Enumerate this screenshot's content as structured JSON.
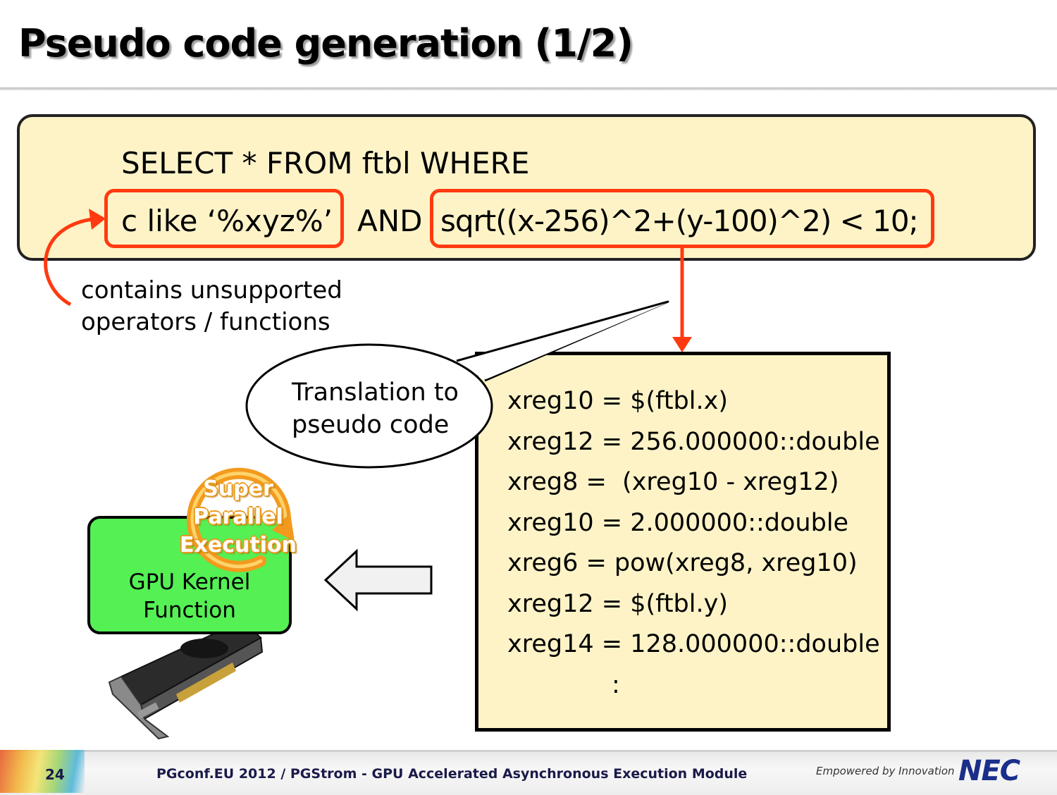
{
  "slide": {
    "title": "Pseudo code generation (1/2)"
  },
  "query": {
    "line1": "SELECT * FROM ftbl WHERE",
    "cond_left": "c like ‘%xyz%’",
    "and_keyword": "AND",
    "cond_right": "sqrt((x-256)^2+(y-100)^2) < 10;"
  },
  "note": {
    "line1": "contains unsupported",
    "line2": "operators / functions"
  },
  "bubble": {
    "line1": "Translation to",
    "line2": "pseudo code"
  },
  "pseudo_code": [
    "xreg10 = $(ftbl.x)",
    "xreg12 = 256.000000::double",
    "xreg8 =  (xreg10 - xreg12)",
    "xreg10 = 2.000000::double",
    "xreg6 = pow(xreg8, xreg10)",
    "xreg12 = $(ftbl.y)",
    "xreg14 = 128.000000::double",
    ":"
  ],
  "gpu": {
    "label_line1": "GPU Kernel",
    "label_line2": "Function",
    "badge": [
      "Super",
      "Parallel",
      "Execution"
    ]
  },
  "footer": {
    "page_number": "24",
    "text": "PGconf.EU 2012 / PGStrom - GPU Accelerated Asynchronous Execution Module",
    "tagline": "Empowered by Innovation",
    "logo": "NEC"
  },
  "colors": {
    "highlight": "#ff3a10",
    "box_fill": "#fdf3c7",
    "gpu_fill": "#54f054"
  }
}
